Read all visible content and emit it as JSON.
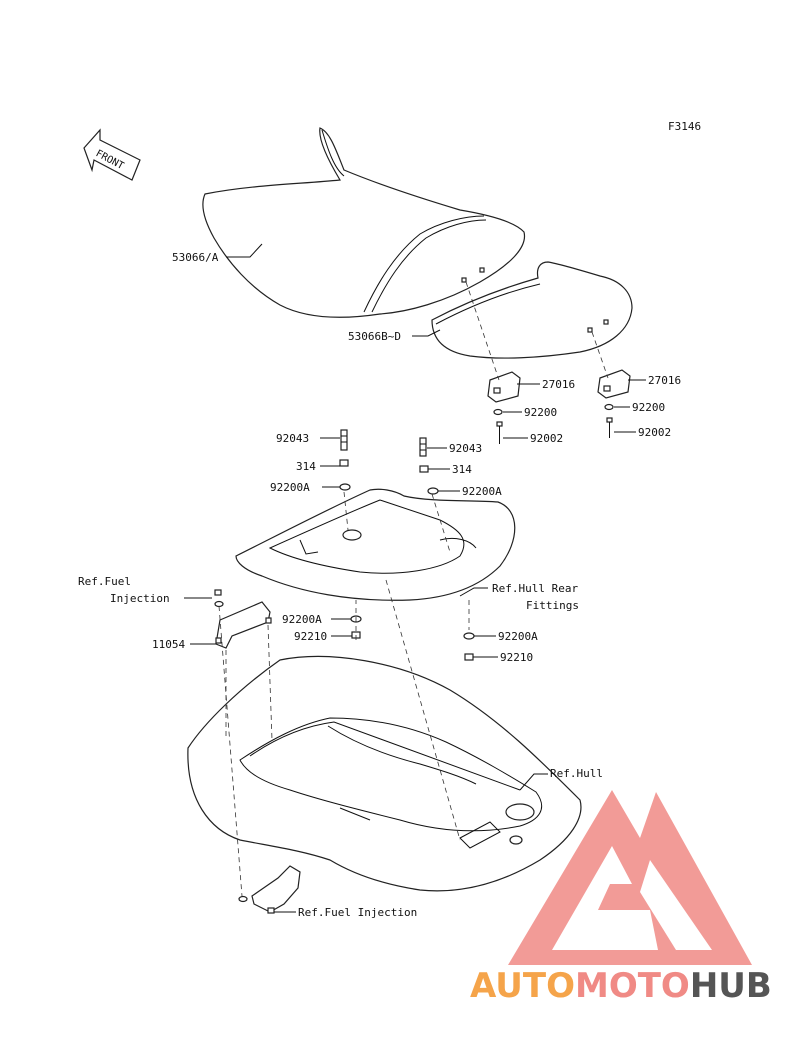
{
  "figure_code": "F3146",
  "front_arrow": "FRONT",
  "labels": {
    "seat_front": "53066/A",
    "seat_rear": "53066B~D",
    "bracket_a": "27016",
    "bracket_b": "27016",
    "washer_top_a": "92200",
    "washer_top_b": "92200",
    "bolt_a": "92002",
    "bolt_b": "92002",
    "stud_left": "92043",
    "stud_right": "92043",
    "nut_left": "314",
    "nut_right": "314",
    "washer_left": "92200A",
    "washer_right": "92200A",
    "ref_fuel_line1": "Ref.Fuel",
    "ref_fuel_line2": "Injection",
    "bracket_11054": "11054",
    "washer_mid_a": "92200A",
    "nut_mid_a": "92210",
    "ref_hull_rear_1": "Ref.Hull Rear",
    "ref_hull_rear_2": "Fittings",
    "washer_mid_b": "92200A",
    "nut_mid_b": "92210",
    "ref_hull": "Ref.Hull",
    "ref_fuel_bottom": "Ref.Fuel Injection"
  },
  "watermark": {
    "part1": "AUTO",
    "part2": "MOTO",
    "part3": "HUB",
    "color_light": "#f5a44a",
    "color_red": "#f08a85",
    "color_dark": "#555555"
  }
}
